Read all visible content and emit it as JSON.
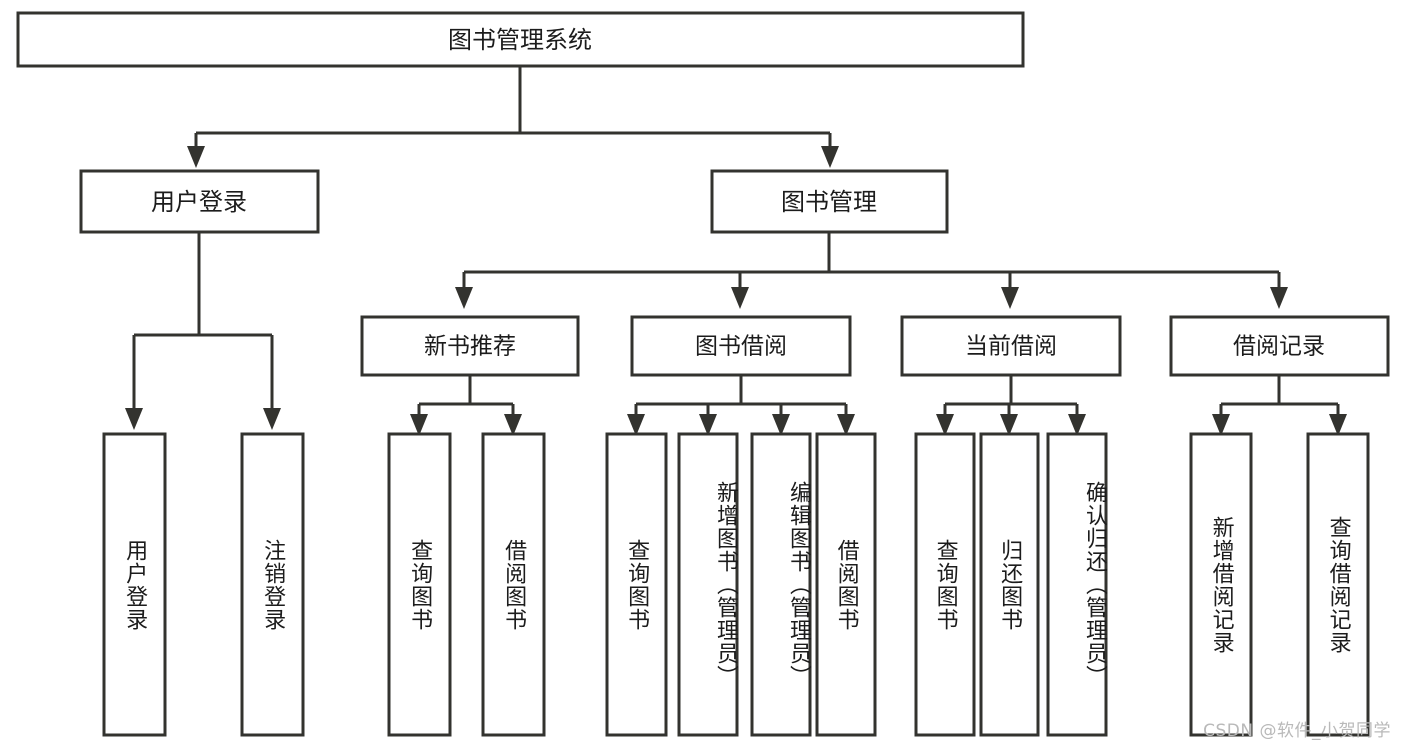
{
  "diagram": {
    "type": "tree",
    "title": "图书管理系统",
    "orientation": "top-down",
    "colors": {
      "background": "#ffffff",
      "box_fill": "#ffffff",
      "box_stroke": "#33332f",
      "text": "#1c1c1c",
      "watermark": "#b9b9b9"
    },
    "root": {
      "label": "图书管理系统",
      "id": "root-book-management-system"
    },
    "level1": [
      {
        "id": "user-login",
        "label": "用户登录"
      },
      {
        "id": "book-management",
        "label": "图书管理"
      }
    ],
    "level2": [
      {
        "id": "new-book-recommend",
        "label": "新书推荐",
        "parent": "book-management"
      },
      {
        "id": "book-borrow",
        "label": "图书借阅",
        "parent": "book-management"
      },
      {
        "id": "current-borrow",
        "label": "当前借阅",
        "parent": "book-management"
      },
      {
        "id": "borrow-record",
        "label": "借阅记录",
        "parent": "book-management"
      }
    ],
    "leaves": [
      {
        "id": "leaf-user-login",
        "label": "用户登录",
        "parent": "user-login"
      },
      {
        "id": "leaf-user-logout",
        "label": "注销登录",
        "parent": "user-login"
      },
      {
        "id": "leaf-query-book-1",
        "label": "查询图书",
        "parent": "new-book-recommend"
      },
      {
        "id": "leaf-borrow-book-1",
        "label": "借阅图书",
        "parent": "new-book-recommend"
      },
      {
        "id": "leaf-query-book-2",
        "label": "查询图书",
        "parent": "book-borrow"
      },
      {
        "id": "leaf-add-book",
        "label": "新增图书（管理员）",
        "parent": "book-borrow"
      },
      {
        "id": "leaf-edit-book",
        "label": "编辑图书（管理员）",
        "parent": "book-borrow"
      },
      {
        "id": "leaf-borrow-book-2",
        "label": "借阅图书",
        "parent": "book-borrow"
      },
      {
        "id": "leaf-query-book-3",
        "label": "查询图书",
        "parent": "current-borrow"
      },
      {
        "id": "leaf-return-book",
        "label": "归还图书",
        "parent": "current-borrow"
      },
      {
        "id": "leaf-confirm-return",
        "label": "确认归还（管理员）",
        "parent": "current-borrow"
      },
      {
        "id": "leaf-add-borrow-record",
        "label": "新增借阅记录",
        "parent": "borrow-record"
      },
      {
        "id": "leaf-query-borrow-record",
        "label": "查询借阅记录",
        "parent": "borrow-record"
      }
    ]
  },
  "watermark": {
    "text": "CSDN @软件_小贺同学"
  }
}
